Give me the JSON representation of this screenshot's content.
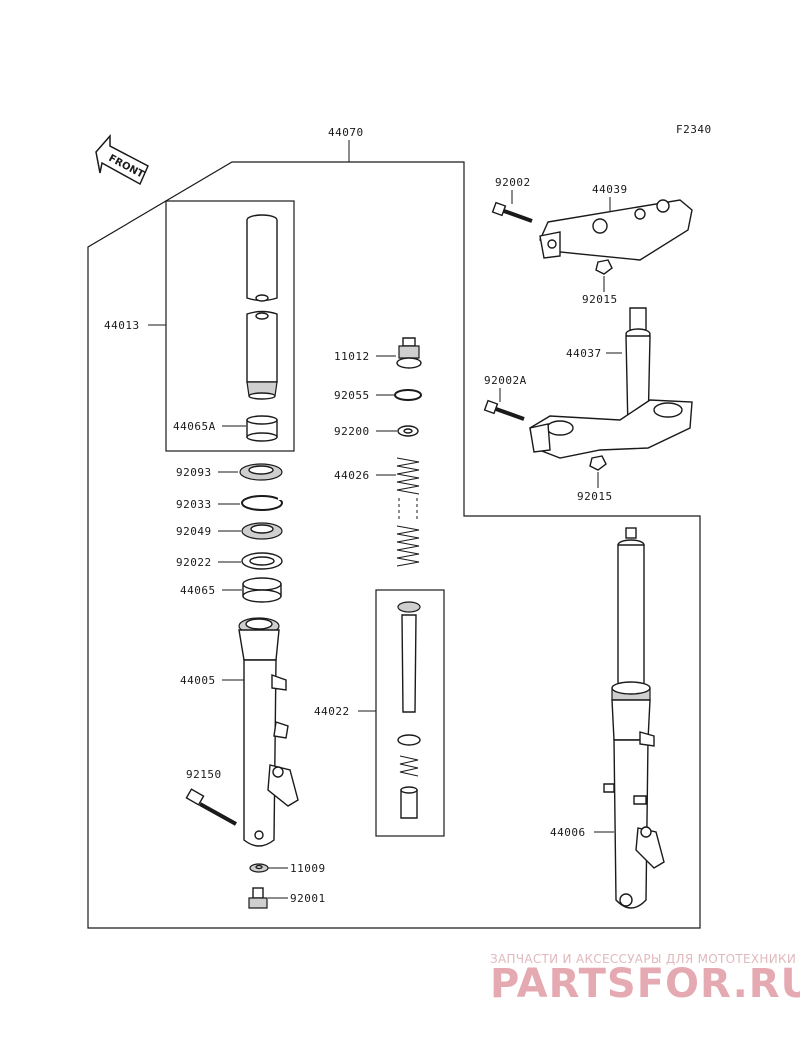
{
  "diagram_code": "F2340",
  "front_label": "FRONT",
  "labels": {
    "p44070": "44070",
    "p44013": "44013",
    "p44065A": "44065A",
    "p92093": "92093",
    "p92033": "92033",
    "p92049": "92049",
    "p92022": "92022",
    "p44065": "44065",
    "p44005": "44005",
    "p92150": "92150",
    "p11009": "11009",
    "p92001": "92001",
    "p11012": "11012",
    "p92055": "92055",
    "p92200": "92200",
    "p44026": "44026",
    "p44022": "44022",
    "p92002": "92002",
    "p44039": "44039",
    "p92015a": "92015",
    "p44037": "44037",
    "p92002A": "92002A",
    "p92015b": "92015",
    "p44006": "44006"
  },
  "watermark": {
    "tagline": "ЗАПЧАСТИ И АКСЕССУАРЫ ДЛЯ МОТОТЕХНИКИ",
    "logo": "PARTSFOR.RU"
  }
}
